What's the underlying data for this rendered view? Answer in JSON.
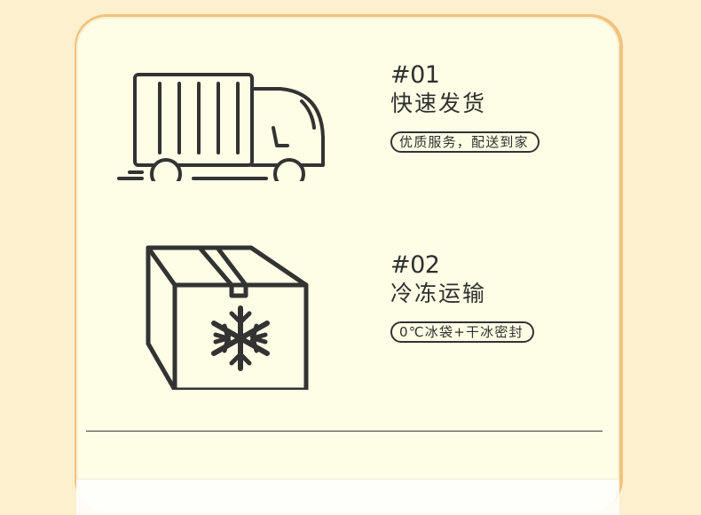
{
  "colors": {
    "page_background": "#fdf0cf",
    "card_background": "#fefee6",
    "card_border": "#f2c27e",
    "ink": "#2f2f2f"
  },
  "features": [
    {
      "number": "#01",
      "title": "快速发货",
      "tag": "优质服务，配送到家",
      "icon": "delivery-truck-icon"
    },
    {
      "number": "#02",
      "title": "冷冻运输",
      "tag": "0℃冰袋+干冰密封",
      "icon": "frozen-box-snowflake-icon"
    }
  ]
}
